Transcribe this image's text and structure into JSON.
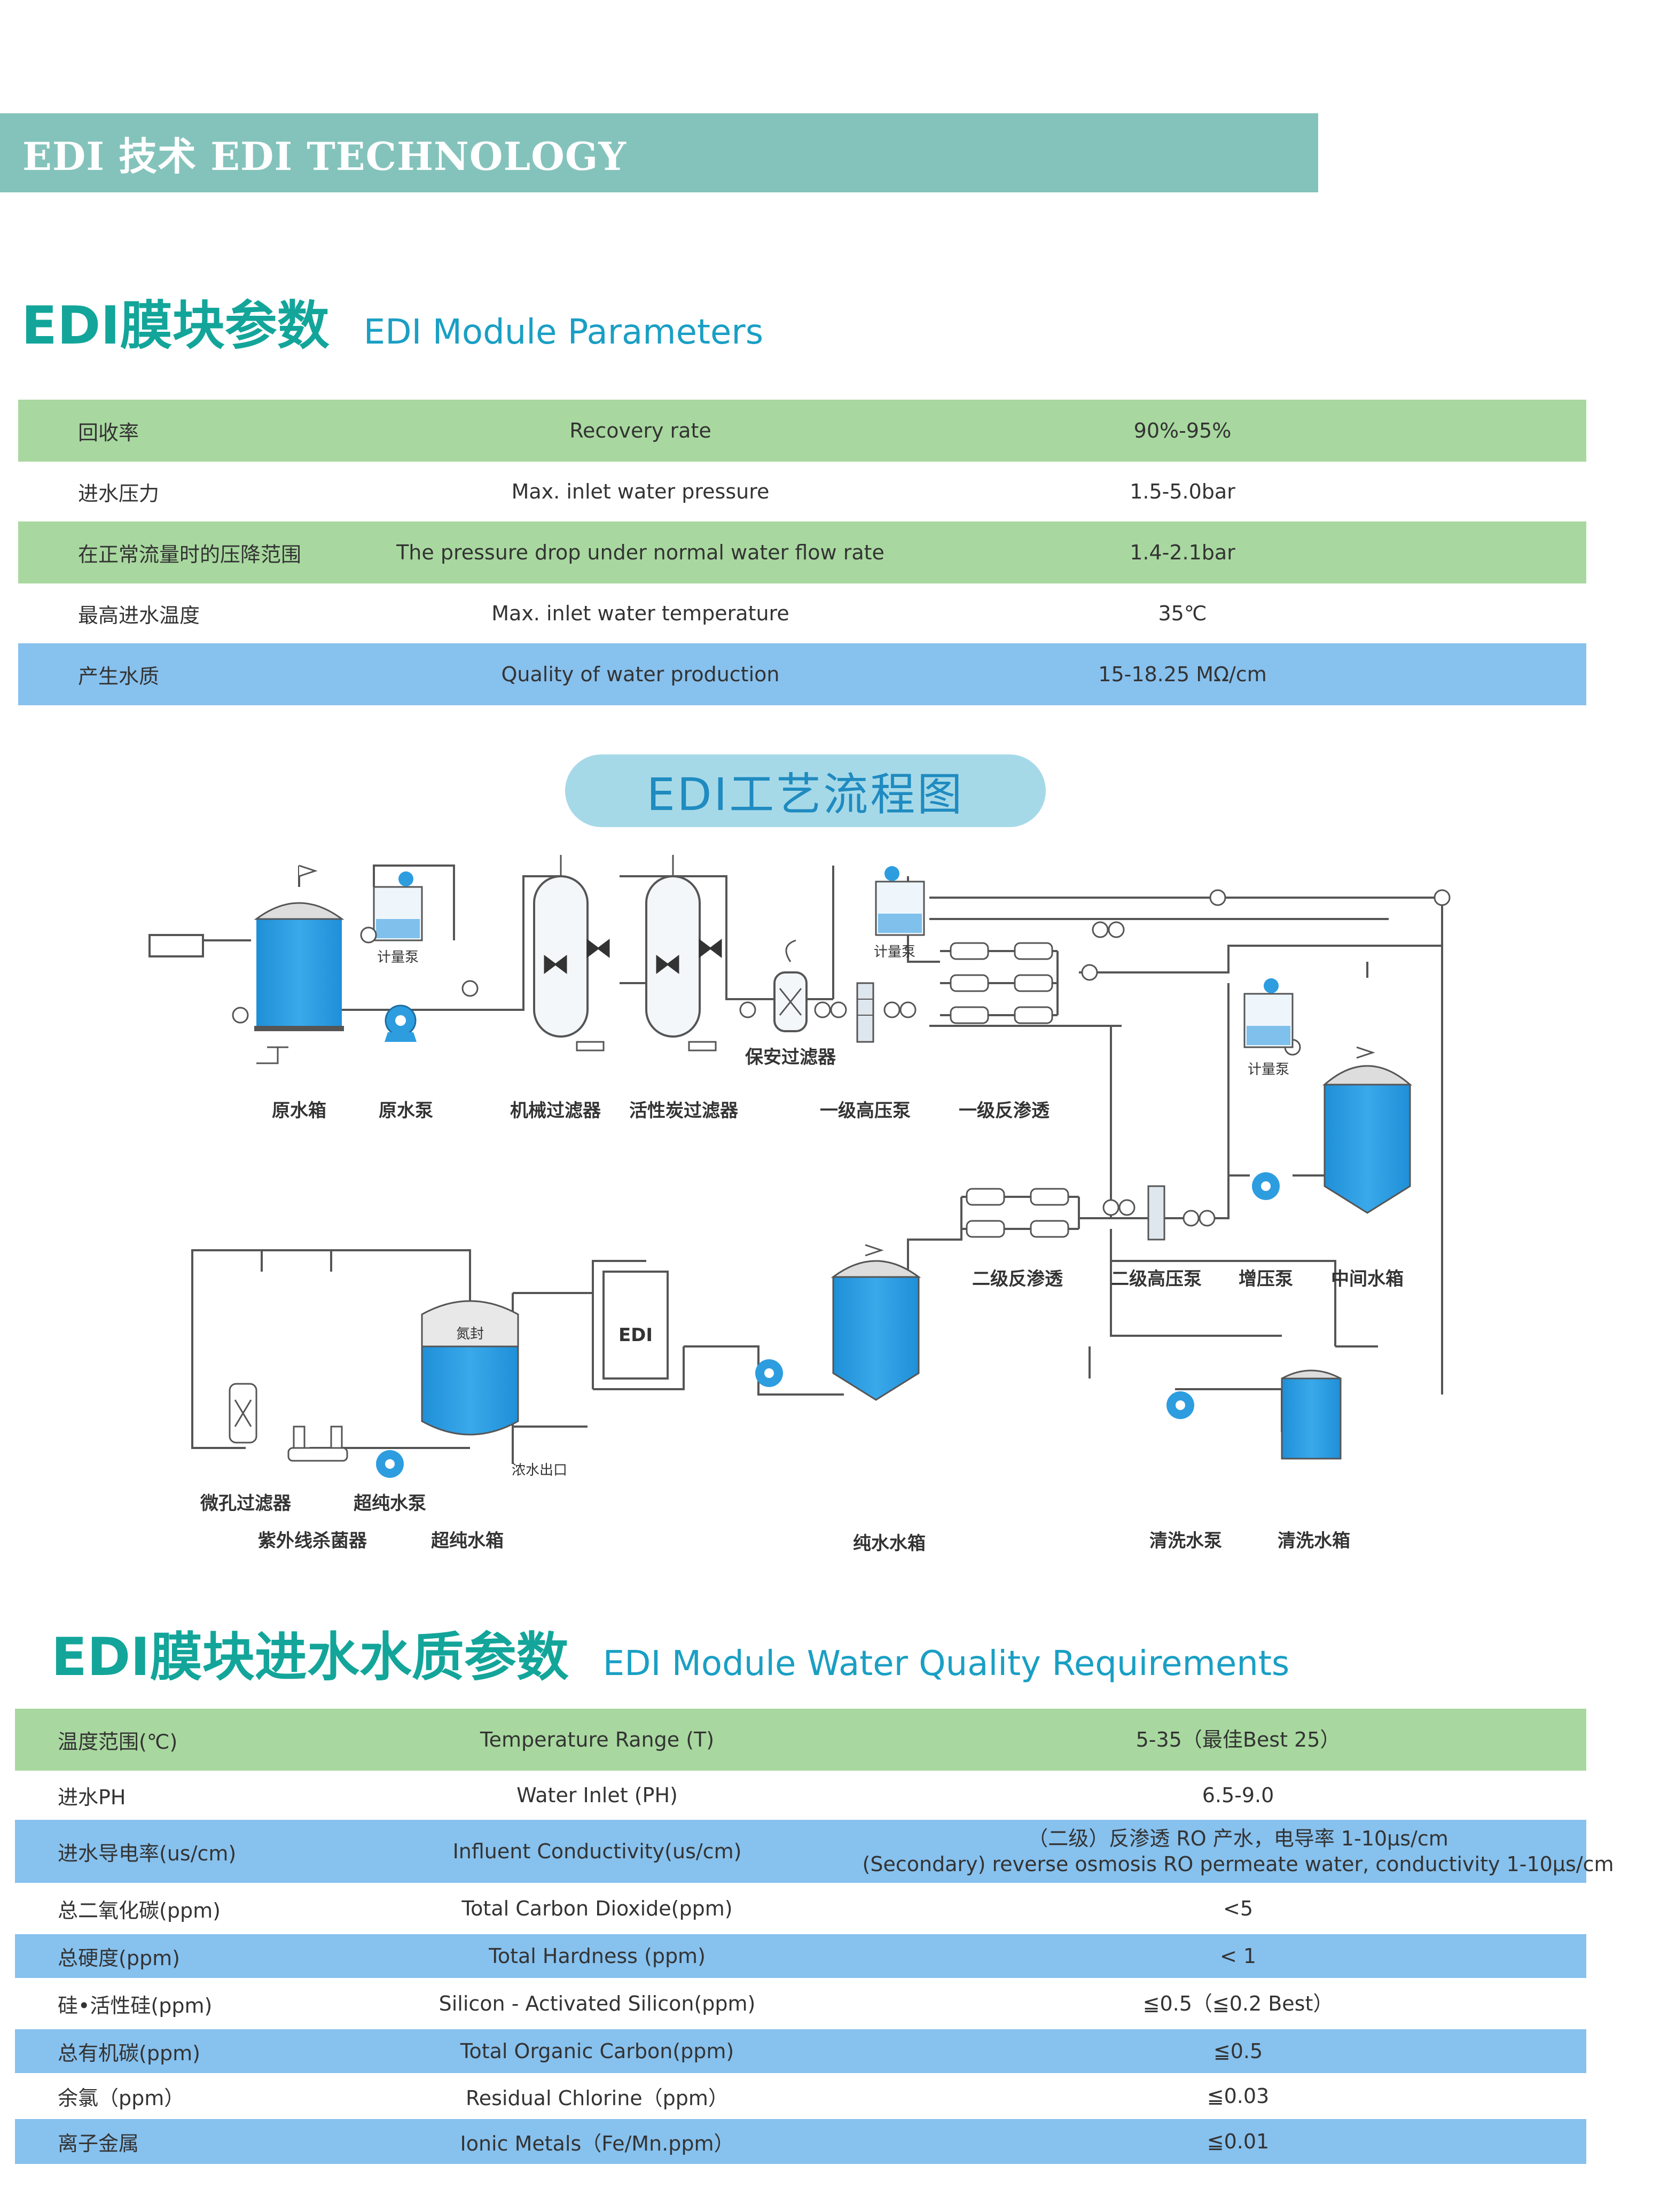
{
  "banner": {
    "text": "EDI 技术 EDI TECHNOLOGY"
  },
  "module_params": {
    "title_cn": "EDI膜块参数",
    "title_en": "EDI Module Parameters",
    "rows": [
      {
        "cn": "回收率",
        "en": "Recovery rate",
        "value": "90%-95%",
        "style": "green"
      },
      {
        "cn": "进水压力",
        "en": "Max. inlet water pressure",
        "value": "1.5-5.0bar",
        "style": "white"
      },
      {
        "cn": "在正常流量时的压降范围",
        "en": "The pressure drop under normal water flow rate",
        "value": "1.4-2.1bar",
        "style": "green"
      },
      {
        "cn": "最高进水温度",
        "en": "Max. inlet water temperature",
        "value": "35℃",
        "style": "white"
      },
      {
        "cn": "产生水质",
        "en": "Quality of water production",
        "value": "15-18.25 MΩ/cm",
        "style": "blue"
      }
    ]
  },
  "process": {
    "title": "EDI工艺流程图",
    "labels": {
      "raw_tank": "原水箱",
      "raw_pump": "原水泵",
      "mech_filter": "机械过滤器",
      "carbon_filter": "活性炭过滤器",
      "hp_pump_1": "一级高压泵",
      "ro_1": "一级反渗透",
      "security_filter": "保安过滤器",
      "dosing_pump_1": "计量泵",
      "dosing_pump_2": "计量泵",
      "dosing_pump_3": "计量泵",
      "ro_2": "二级反渗透",
      "hp_pump_2": "二级高压泵",
      "booster_pump": "增压泵",
      "mid_tank": "中间水箱",
      "micro_filter": "微孔过滤器",
      "uv": "紫外线杀菌器",
      "ultra_pump": "超纯水泵",
      "ultra_tank": "超纯水箱",
      "pure_tank": "纯水水箱",
      "clean_pump": "清洗水泵",
      "clean_tank": "清洗水箱",
      "edi": "EDI",
      "nitrogen": "氮封",
      "conc_outlet": "浓水出口"
    }
  },
  "quality": {
    "title_cn": "EDI膜块进水水质参数",
    "title_en": "EDI Module Water Quality Requirements",
    "rows": [
      {
        "cn": "温度范围(℃)",
        "en": "Temperature Range (T)",
        "value": "5-35（最佳Best 25）",
        "value2": "",
        "style": "green"
      },
      {
        "cn": "进水PH",
        "en": "Water Inlet (PH)",
        "value": "6.5-9.0",
        "value2": "",
        "style": "white"
      },
      {
        "cn": "进水导电率(us/cm)",
        "en": "Influent Conductivity(us/cm)",
        "value": "（二级）反渗透 RO 产水，电导率 1-10μs/cm",
        "value2": "(Secondary) reverse osmosis RO permeate water, conductivity 1-10μs/cm",
        "style": "blue"
      },
      {
        "cn": "总二氧化碳(ppm)",
        "en": "Total Carbon Dioxide(ppm)",
        "value": "<5",
        "value2": "",
        "style": "white"
      },
      {
        "cn": "总硬度(ppm)",
        "en": "Total Hardness (ppm)",
        "value": "< 1",
        "value2": "",
        "style": "blue"
      },
      {
        "cn": "硅•活性硅(ppm)",
        "en": "Silicon - Activated Silicon(ppm)",
        "value": "≦0.5（≦0.2 Best）",
        "value2": "",
        "style": "white"
      },
      {
        "cn": "总有机碳(ppm)",
        "en": "Total Organic Carbon(ppm)",
        "value": "≦0.5",
        "value2": "",
        "style": "blue"
      },
      {
        "cn": "余氯（ppm）",
        "en": "Residual Chlorine（ppm）",
        "value": "≦0.03",
        "value2": "",
        "style": "white"
      },
      {
        "cn": "离子金属",
        "en": "Ionic Metals（Fe/Mn.ppm）",
        "value": "≦0.01",
        "value2": "",
        "style": "blue"
      }
    ]
  },
  "colors": {
    "banner": "#84c3bb",
    "row_green": "#a8d89f",
    "row_blue": "#87c1ee",
    "title_teal": "#13a59a",
    "tank_blue": "#2d9de0"
  }
}
